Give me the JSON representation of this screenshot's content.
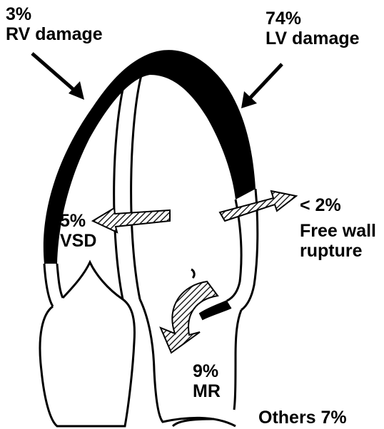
{
  "labels": {
    "rv": {
      "percent": "3%",
      "text": "RV damage"
    },
    "lv": {
      "percent": "74%",
      "text": "LV damage"
    },
    "vsd": {
      "percent": "5%",
      "text": "VSD"
    },
    "free_wall": {
      "percent": "< 2%",
      "line1": "Free wall",
      "line2": "rupture"
    },
    "mr": {
      "percent": "9%",
      "text": "MR"
    },
    "others": {
      "text": "Others 7%"
    }
  },
  "colors": {
    "ink": "#000000",
    "background": "#ffffff"
  }
}
